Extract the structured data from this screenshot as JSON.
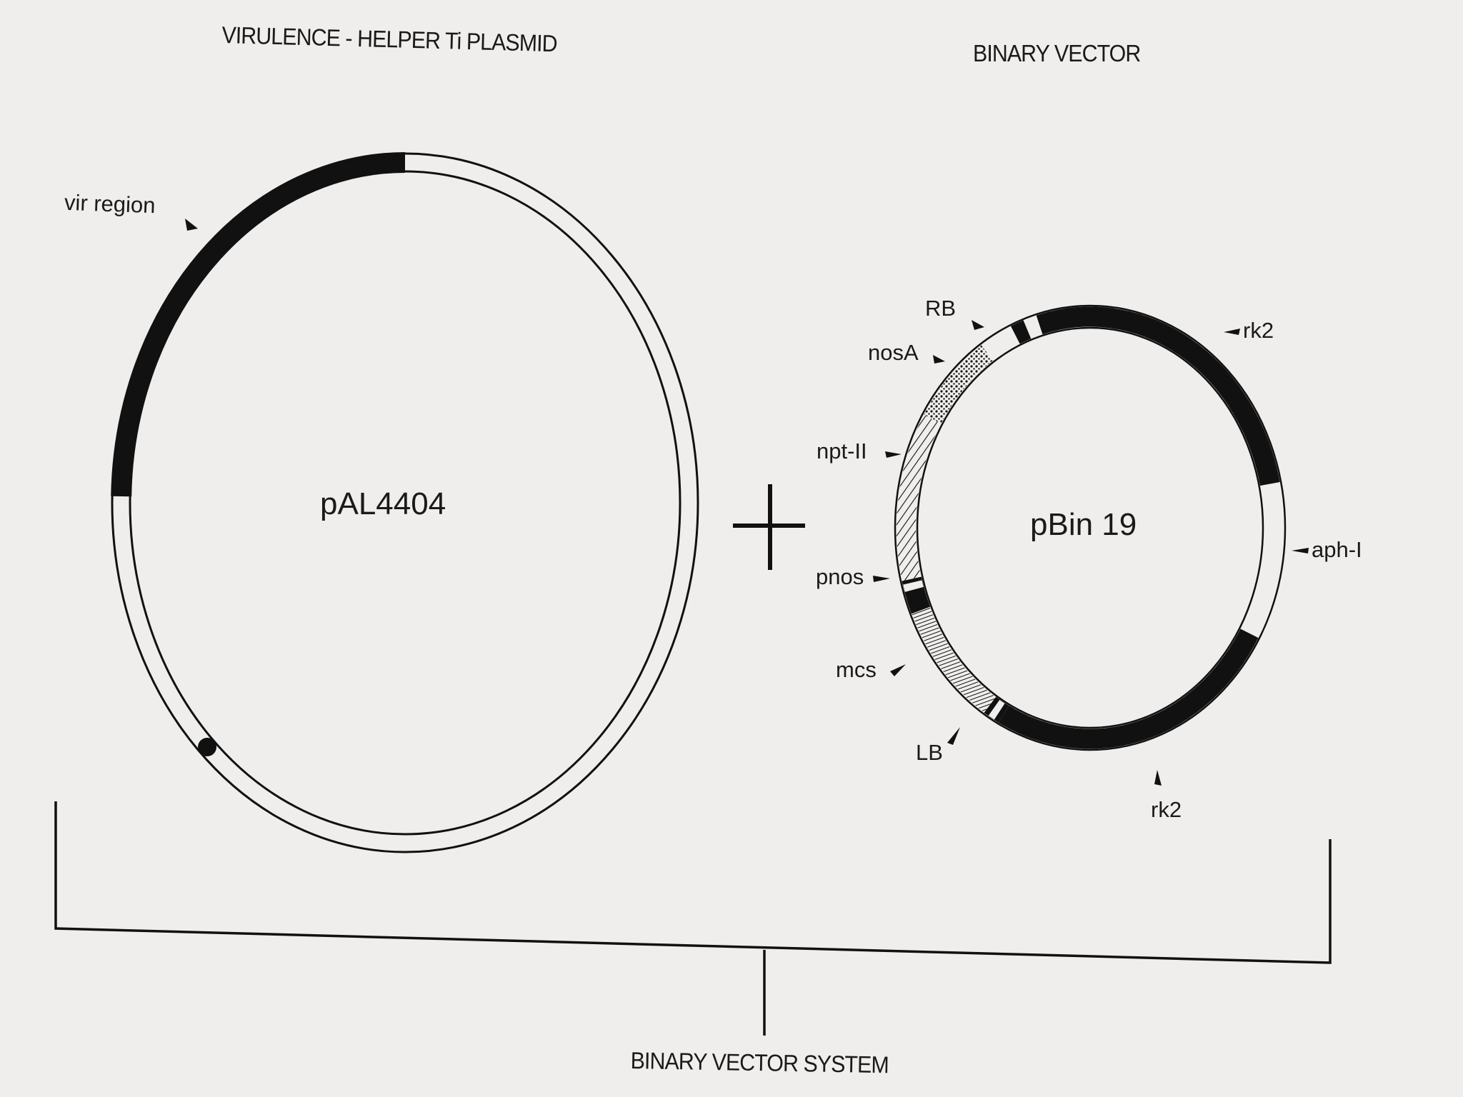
{
  "titles": {
    "helper": "VIRULENCE - HELPER Ti PLASMID",
    "binary": "BINARY VECTOR",
    "system": "BINARY VECTOR SYSTEM"
  },
  "helper_plasmid": {
    "name": "pAL4404",
    "vir_label": "vir  region"
  },
  "binary_vector": {
    "name": "pBin 19",
    "labels": {
      "rb": "RB",
      "nosa": "nosA",
      "npt": "npt-II",
      "pnos": "pnos",
      "mcs": "mcs",
      "lb": "LB",
      "rk2_top": "rk2",
      "rk2_bottom": "rk2",
      "aph": "aph-I"
    }
  },
  "plus_sign": "+",
  "colors": {
    "ink": "#111111",
    "paper": "#efeeec"
  }
}
